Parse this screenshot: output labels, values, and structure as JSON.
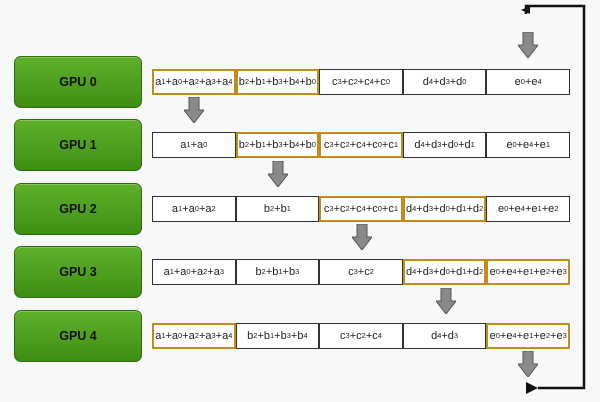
{
  "gpus": [
    "GPU 0",
    "GPU 1",
    "GPU 2",
    "GPU 3",
    "GPU 4"
  ],
  "rows": [
    [
      {
        "text": "a1+a0+a2+a3+a4",
        "hl": true
      },
      {
        "text": "b2+b1+b3+b4+b0",
        "hl": true
      },
      {
        "text": "c3+c2+c4+c0",
        "hl": false
      },
      {
        "text": "d4+d3+d0",
        "hl": false
      },
      {
        "text": "e0+e4",
        "hl": false
      }
    ],
    [
      {
        "text": "a1+a0",
        "hl": false
      },
      {
        "text": "b2+b1+b3+b4+b0",
        "hl": true
      },
      {
        "text": "c3+c2+c4+c0+c1",
        "hl": true
      },
      {
        "text": "d4+d3+d0+d1",
        "hl": false
      },
      {
        "text": "e0+e4+e1",
        "hl": false
      }
    ],
    [
      {
        "text": "a1+a0+a2",
        "hl": false
      },
      {
        "text": "b2+b1",
        "hl": false
      },
      {
        "text": "c3+c2+c4+c0+c1",
        "hl": true
      },
      {
        "text": "d4+d3+d0+d1+d2",
        "hl": true
      },
      {
        "text": "e0+e4+e1+e2",
        "hl": false
      }
    ],
    [
      {
        "text": "a1+a0+a2+a3",
        "hl": false
      },
      {
        "text": "b2+b1+b3",
        "hl": false
      },
      {
        "text": "c3+c2",
        "hl": false
      },
      {
        "text": "d4+d3+d0+d1+d2",
        "hl": true
      },
      {
        "text": "e0+e4+e1+e2+e3",
        "hl": true
      }
    ],
    [
      {
        "text": "a1+a0+a2+a3+a4",
        "hl": true
      },
      {
        "text": "b2+b1+b3+b4",
        "hl": false
      },
      {
        "text": "c3+c2+c4",
        "hl": false
      },
      {
        "text": "d4+d3",
        "hl": false
      },
      {
        "text": "e0+e4+e1+e2+e3",
        "hl": true
      }
    ]
  ],
  "colors": {
    "gpu_fill": "#4f9f1e",
    "highlight_border": "#c48a1c",
    "arrow_fill": "#8a8a8a"
  }
}
